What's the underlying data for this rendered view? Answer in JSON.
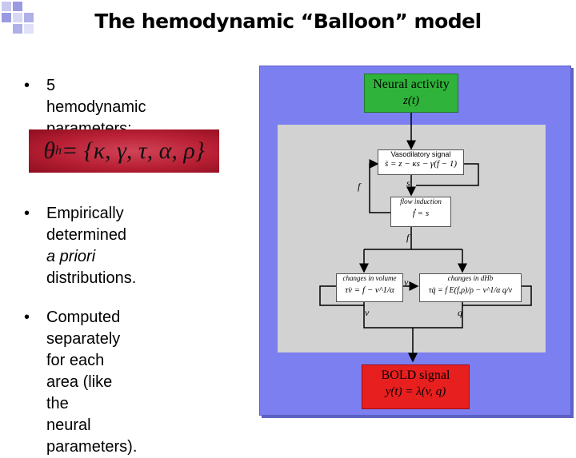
{
  "title": "The hemodynamic “Balloon” model",
  "bullets": [
    {
      "dot": "•",
      "line1": "5 hemodynamic",
      "line2": "parameters:"
    },
    {
      "dot": "•",
      "line1": "Empirically determined",
      "line2_italic": "a priori",
      "line2_rest": " distributions."
    },
    {
      "dot": "•",
      "line1": "Computed separately",
      "line2": "for each area (like the",
      "line3": "neural parameters)."
    }
  ],
  "formula": {
    "lhs": "θ",
    "sup": "h",
    "rhs": " = {κ, γ, τ, α, ρ}"
  },
  "diagram": {
    "neural": {
      "label": "Neural activity",
      "var": "z(t)"
    },
    "vasodilatory": {
      "label": "Vasodilatory signal",
      "eq": "ṡ = z − κs − γ(f − 1)"
    },
    "flow": {
      "label": "flow induction",
      "eq": "ḟ = s"
    },
    "volume": {
      "label": "changes in volume",
      "eq": "τv̇ = f − v^1/α"
    },
    "dhb": {
      "label": "changes in dHb",
      "eq": "τq̇ = f E(f,ρ)/ρ − v^1/α q/v"
    },
    "bold": {
      "label": "BOLD signal",
      "eq": "y(t) = λ(v, q)"
    },
    "vars": {
      "s": "s",
      "f1": "f",
      "f2": "f",
      "v1": "v",
      "v2": "v",
      "q": "q"
    }
  }
}
